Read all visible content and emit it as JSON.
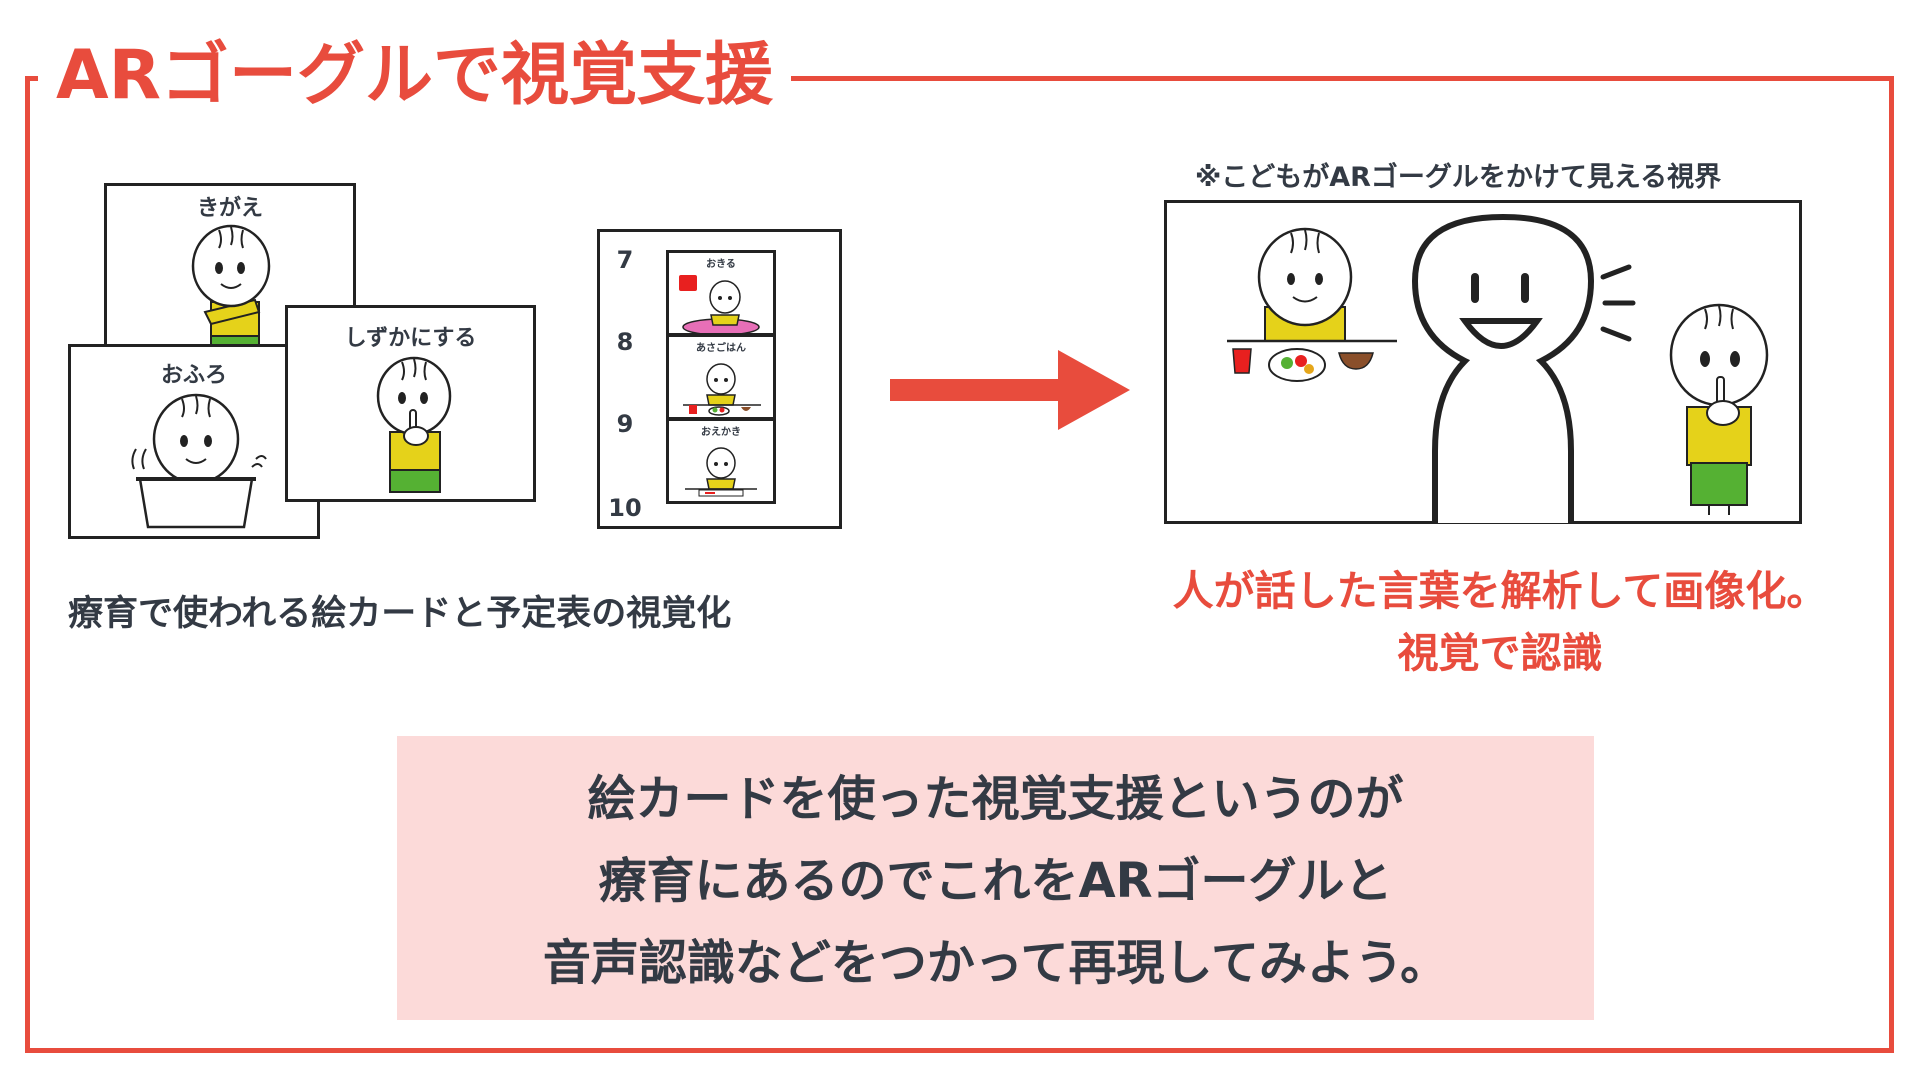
{
  "title": "ARゴーグルで視覚支援",
  "cards": {
    "kigae": "きがえ",
    "ofuro": "おふろ",
    "shizuka": "しずかにする"
  },
  "schedule": {
    "hours": [
      "7",
      "8",
      "9",
      "10"
    ],
    "slots": [
      "おきる",
      "あさごはん",
      "おえかき"
    ]
  },
  "caption_left": "療育で使われる絵カードと予定表の視覚化",
  "view_note": "※こどもがARゴーグルをかけて見える視界",
  "caption_right": {
    "line1": "人が話した言葉を解析して画像化。",
    "line2": "視覚で認識"
  },
  "summary": {
    "line1": "絵カードを使った視覚支援というのが",
    "line2": "療育にあるのでこれをARゴーグルと",
    "line3": "音声認識などをつかって再現してみよう。"
  },
  "colors": {
    "accent": "#e84c3d",
    "summary_bg": "#fcdad9",
    "text": "#333a44",
    "shirt": "#e5d21a",
    "pants": "#55b133"
  },
  "icons": [
    "child-figure-icon",
    "bathtub-icon",
    "meal-tray-icon",
    "speaking-person-icon",
    "sound-lines-icon",
    "right-arrow-icon"
  ]
}
